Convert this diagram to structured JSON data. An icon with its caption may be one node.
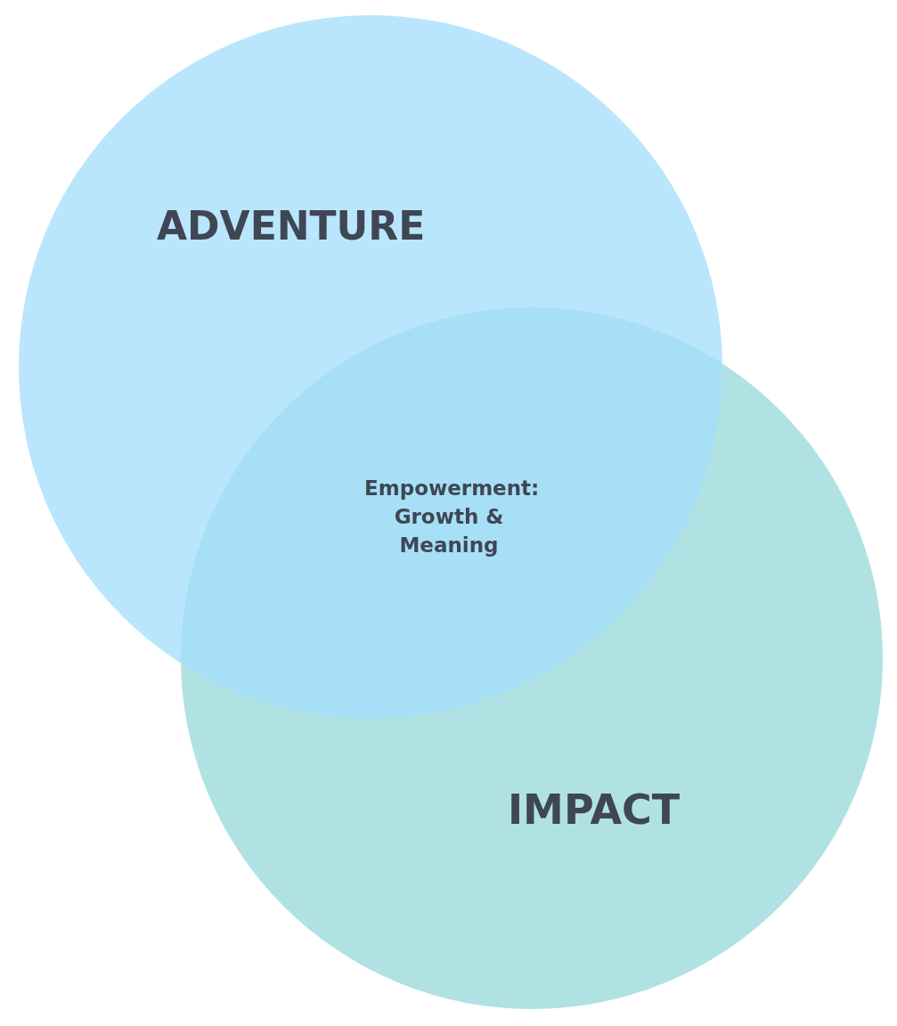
{
  "diagram": {
    "nodes": [
      {
        "text": [
          "ADVENTURE"
        ]
      },
      {
        "text": [
          "IMPACT"
        ]
      }
    ],
    "labels": [
      "Empowerment: Growth & Meaning"
    ]
  }
}
